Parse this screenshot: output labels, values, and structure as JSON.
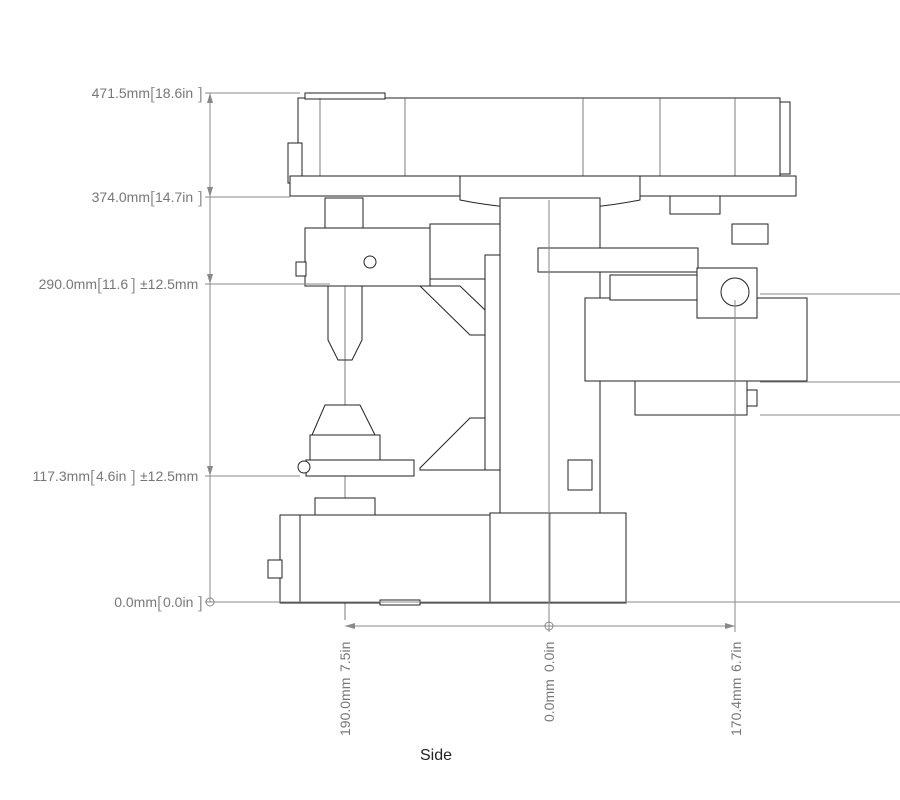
{
  "view_title": "Side",
  "vertical_dimensions": [
    {
      "mm": "471.5mm",
      "in": "18.6in",
      "tol": ""
    },
    {
      "mm": "374.0mm",
      "in": "14.7in",
      "tol": ""
    },
    {
      "mm": "290.0mm",
      "in": "11.6",
      "tol": "±12.5mm"
    },
    {
      "mm": "117.3mm",
      "in": "4.6in",
      "tol": "±12.5mm"
    },
    {
      "mm": "0.0mm",
      "in": "0.0in",
      "tol": ""
    }
  ],
  "horizontal_dimensions": [
    {
      "mm": "190.0mm",
      "in": "7.5in"
    },
    {
      "mm": "0.0mm",
      "in": "0.0in"
    },
    {
      "mm": "170.4mm",
      "in": "6.7in"
    }
  ],
  "colors": {
    "line": "#222222",
    "dimension": "#888888"
  }
}
